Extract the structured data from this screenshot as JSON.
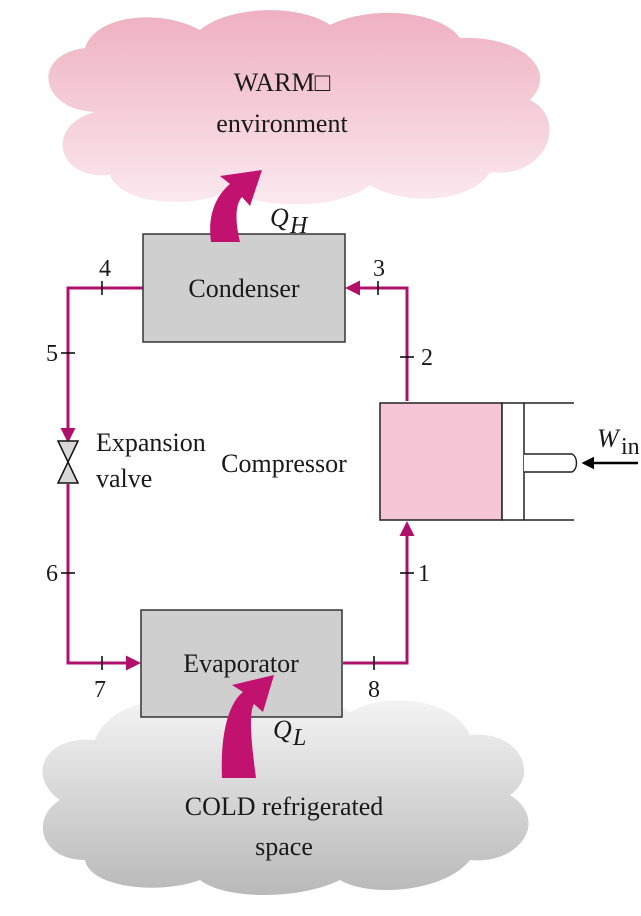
{
  "warm_cloud": {
    "line1": "WARM□",
    "line2": "environment"
  },
  "cold_cloud": {
    "line1": "COLD refrigerated",
    "line2": "space"
  },
  "heat_out": {
    "symbol": "Q",
    "sub": "H"
  },
  "heat_in": {
    "symbol": "Q",
    "sub": "L"
  },
  "work_in": {
    "symbol": "W",
    "sub": "in"
  },
  "components": {
    "condenser": "Condenser",
    "evaporator": "Evaporator",
    "compressor": "Compressor",
    "expansion_line1": "Expansion",
    "expansion_line2": "valve"
  },
  "states": [
    "1",
    "2",
    "3",
    "4",
    "5",
    "6",
    "7",
    "8"
  ],
  "colors": {
    "pipe": "#b0106a",
    "heat_arrow": "#c2126f",
    "box_fill": "#cfcfcf",
    "compressor_fill": "#f4c6d6",
    "warm_cloud": "#f2b8c8",
    "cold_cloud": "#c8c8c8"
  }
}
